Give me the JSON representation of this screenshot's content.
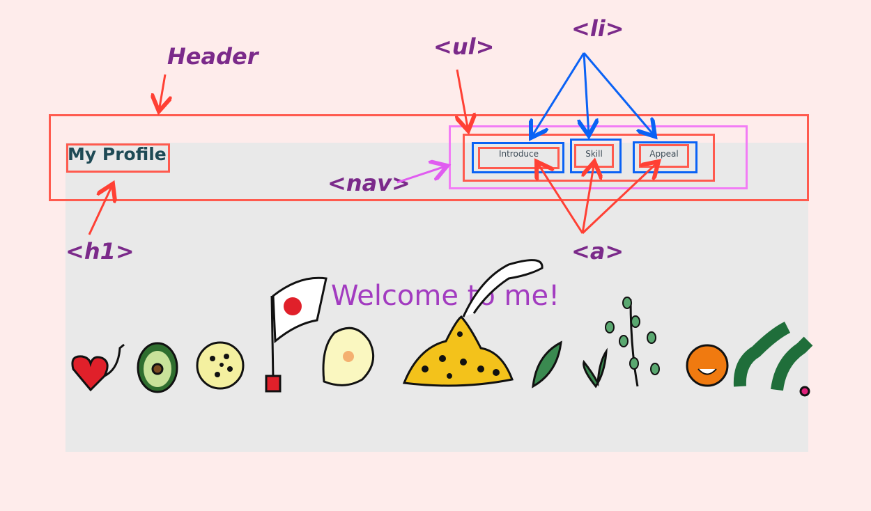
{
  "page": {
    "h1": "My Profile",
    "nav_links": [
      "Introduce",
      "Skill",
      "Appeal"
    ],
    "welcome": "Welcome to me!"
  },
  "annotations": {
    "header": "Header",
    "ul": "<ul>",
    "li": "<li>",
    "nav": "<nav>",
    "h1": "<h1>",
    "a": "<a>"
  },
  "colors": {
    "background": "#feeceb",
    "page_area": "#e9e9e9",
    "red_box": "#ff5a4e",
    "blue_box": "#0a62f5",
    "magenta_box": "#f27cf5",
    "annotation_text": "#7b2a8a",
    "welcome_text": "#a23bc0"
  }
}
